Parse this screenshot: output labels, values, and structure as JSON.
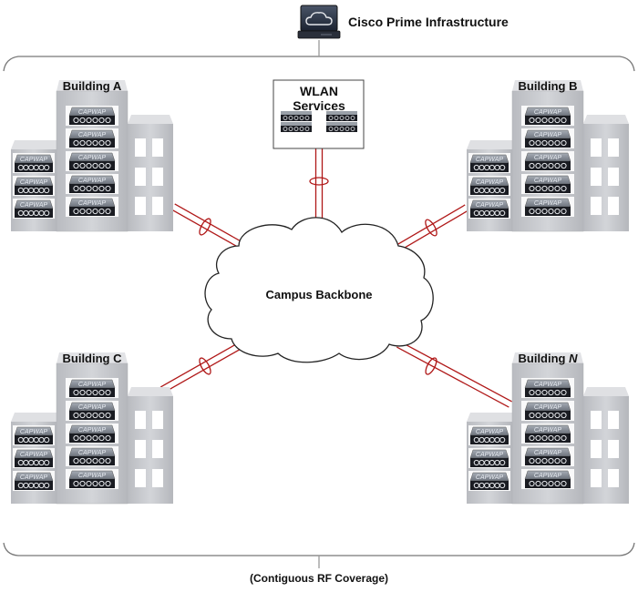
{
  "header": {
    "title": "Cisco Prime Infrastructure",
    "icon": "laptop-cloud-icon"
  },
  "backbone": {
    "label": "Campus Backbone",
    "icon": "cloud-icon"
  },
  "wlan_services": {
    "label_line1": "WLAN",
    "label_line2": "Services",
    "switch_count": 4
  },
  "buildings": [
    {
      "id": "a",
      "name": "Building A",
      "name_prefix": "Building ",
      "name_suffix": "A",
      "suffix_italic": false
    },
    {
      "id": "b",
      "name": "Building B",
      "name_prefix": "Building ",
      "name_suffix": "B",
      "suffix_italic": false
    },
    {
      "id": "c",
      "name": "Building C",
      "name_prefix": "Building ",
      "name_suffix": "C",
      "suffix_italic": false
    },
    {
      "id": "n",
      "name": "Building N",
      "name_prefix": "Building ",
      "name_suffix": "N",
      "suffix_italic": true
    }
  ],
  "access_point_label": "CAPWAP",
  "access_points_per_building": {
    "tall_tower": 5,
    "short_tower": 3
  },
  "footer": {
    "caption": "(Contiguous RF Coverage)"
  },
  "colors": {
    "link": "#b01818",
    "building_face": "#c9cbcf",
    "building_top": "#dcdde0",
    "ap_body": "#1a1c22",
    "ap_top": "#8a9099",
    "bracket": "#777777"
  }
}
